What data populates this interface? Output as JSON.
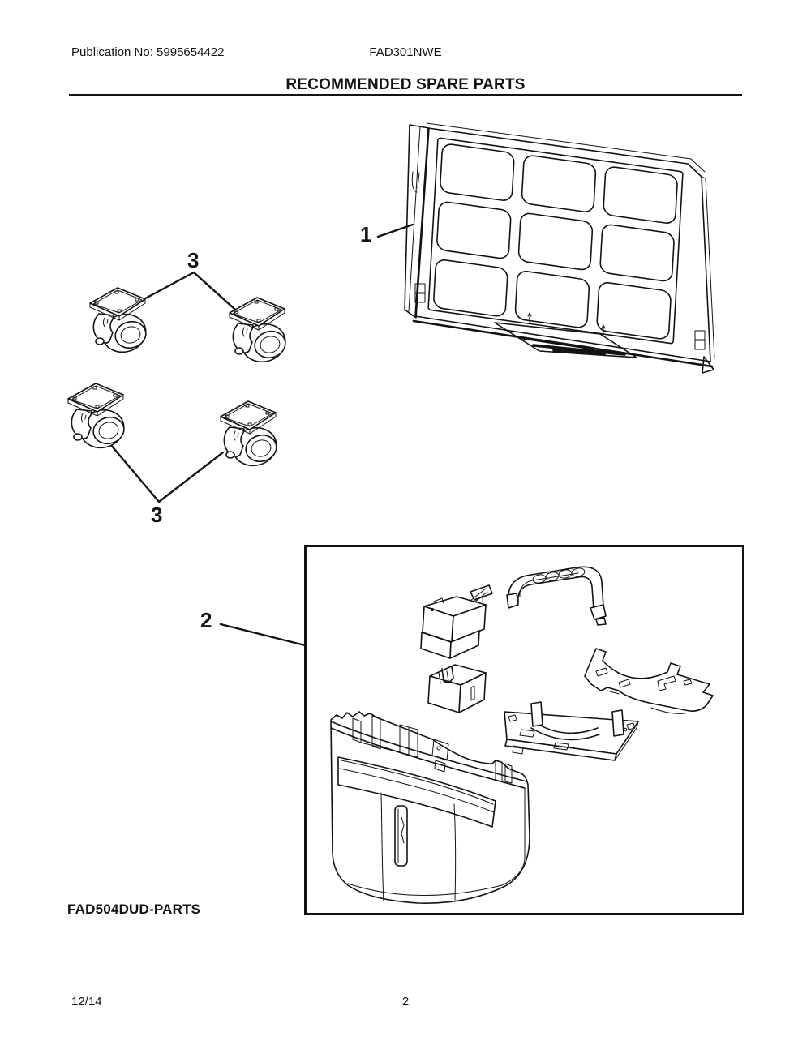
{
  "header": {
    "publication": "Publication No: 5995654422",
    "model": "FAD301NWE"
  },
  "title": "RECOMMENDED SPARE PARTS",
  "callouts": {
    "filter": "1",
    "bucket": "2",
    "casters_top": "3",
    "casters_bottom": "3"
  },
  "section_label": "FAD504DUD-PARTS",
  "footer": {
    "date": "12/14",
    "page": "2"
  },
  "colors": {
    "ink": "#131313",
    "paper": "#ffffff"
  },
  "illustrations": {
    "filter": "air-filter-grid-panel",
    "casters": "caster-wheels-x4",
    "bucket_assembly": "water-bucket-exploded-assembly"
  }
}
